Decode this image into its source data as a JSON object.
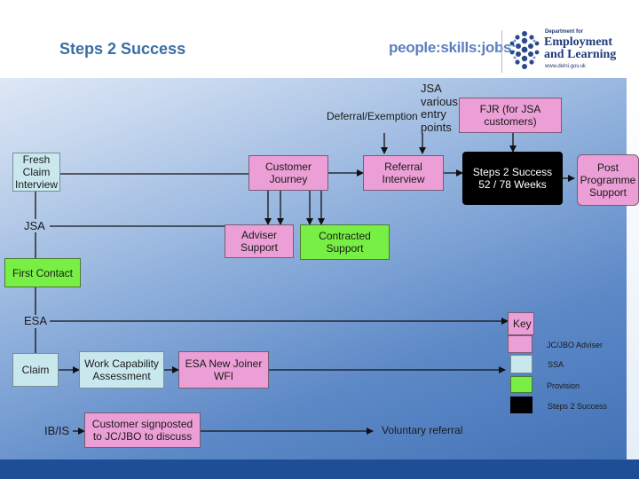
{
  "header": {
    "title": "Steps 2 Success",
    "tagline": "people:skills:jobs:",
    "department_small": "Department for",
    "department_line1": "Employment",
    "department_line2": "and Learning",
    "department_url": "www.delni.gov.uk"
  },
  "nodes": {
    "fresh_claim_interview": "Fresh Claim Interview",
    "customer_journey": "Customer Journey",
    "referral_interview": "Referral Interview",
    "steps2success_weeks": "Steps 2 Success 52 / 78 Weeks",
    "post_programme_support": "Post Programme Support",
    "fjr": "FJR (for JSA customers)",
    "adviser_support": "Adviser Support",
    "contracted_support": "Contracted Support",
    "first_contact": "First Contact",
    "claim": "Claim",
    "work_capability_assessment": "Work Capability Assessment",
    "esa_new_joiner_wfi": "ESA New Joiner WFI",
    "customer_signposted": "Customer signposted to JC/JBO to discuss"
  },
  "labels": {
    "jsa_various_entry_points": "JSA various entry points",
    "deferral_exemption": "Deferral/Exemption",
    "jsa": "JSA",
    "esa": "ESA",
    "ib_is": "IB/IS",
    "voluntary_referral": "Voluntary referral"
  },
  "key": {
    "title": "Key",
    "items": [
      {
        "label": "JC/JBO Adviser",
        "color": "#ec9fd6"
      },
      {
        "label": "SSA",
        "color": "#c9e8ee"
      },
      {
        "label": "Provision",
        "color": "#78ef44"
      },
      {
        "label": "Steps 2 Success",
        "color": "#000000"
      }
    ]
  },
  "colors": {
    "jc_jbo_adviser": "#ec9fd6",
    "ssa": "#c9e8ee",
    "provision": "#78ef44",
    "steps_2_success": "#000000",
    "header_title": "#3a6ea5",
    "footer": "#1e4f96"
  }
}
